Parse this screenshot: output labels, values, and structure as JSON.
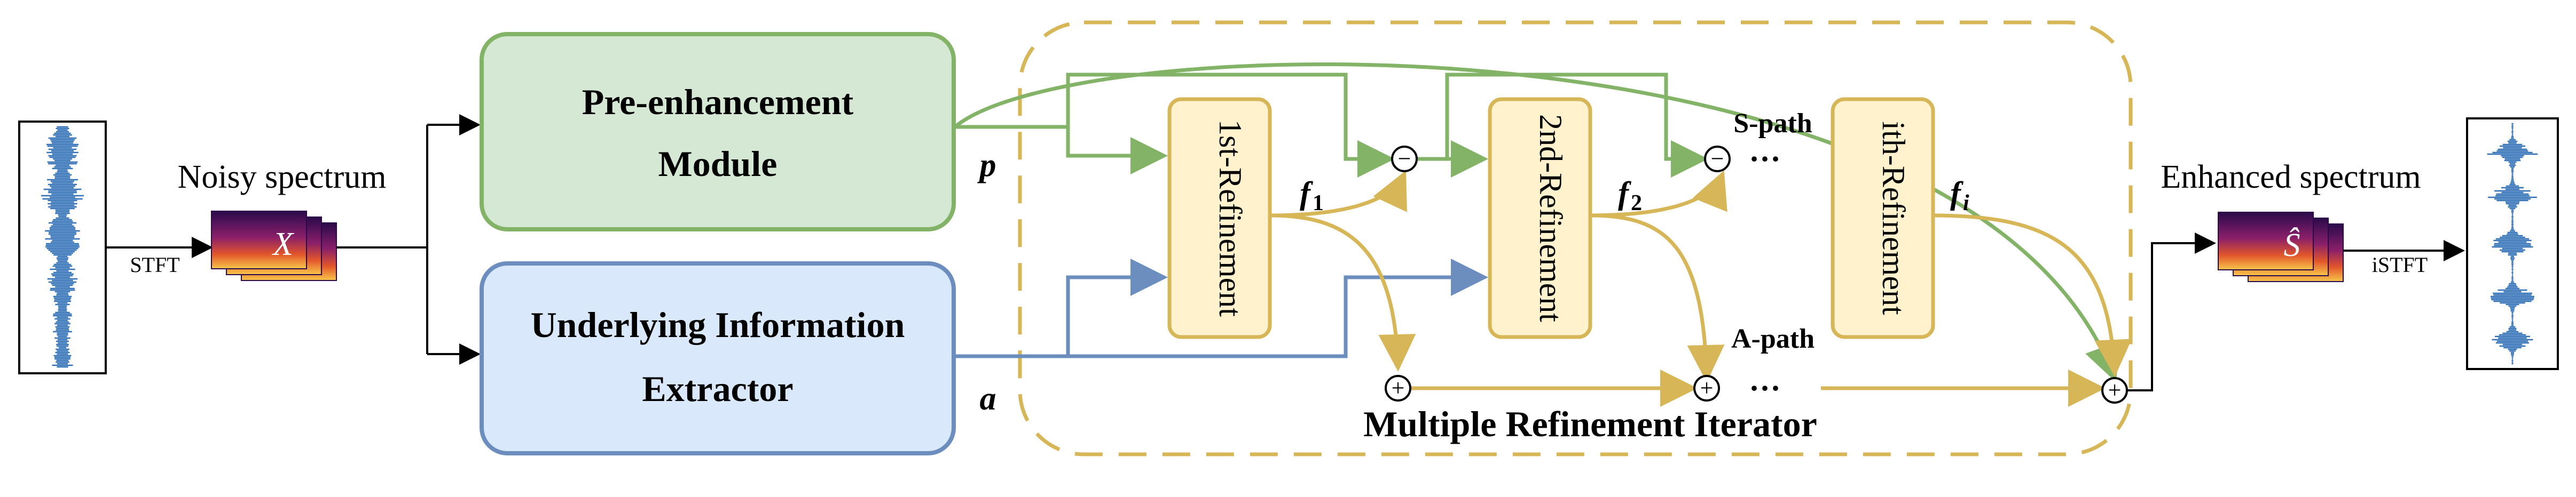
{
  "labels": {
    "noisy_spectrum": "Noisy spectrum",
    "stft": "STFT",
    "istft": "iSTFT",
    "enhanced_spectrum": "Enhanced spectrum",
    "input_symbol": "X",
    "output_symbol": "Ŝ",
    "pre_module_line1": "Pre-enhancement",
    "pre_module_line2": "Module",
    "uie_line1": "Underlying Information",
    "uie_line2": "Extractor",
    "p": "p",
    "a": "a",
    "ref1": "1st-Refinement",
    "ref2": "2nd-Refinement",
    "refi": "ith-Refinement",
    "f1_base": "f",
    "f1_sub": "1",
    "f2_base": "f",
    "f2_sub": "2",
    "fi_base": "f",
    "fi_sub": "i",
    "s_path": "S-path",
    "a_path": "A-path",
    "ellipsis_top": "···",
    "ellipsis_bottom": "···",
    "minus": "−",
    "plus": "+",
    "iterator_title": "Multiple Refinement Iterator"
  },
  "colors": {
    "green": "#82b366",
    "green_fill": "#d5e8d4",
    "blue": "#6c8ebf",
    "blue_fill": "#dae8fc",
    "gold": "#d6b656",
    "gold_fill": "#fff2cc",
    "black": "#000000",
    "waveform": "#2f6fb5"
  }
}
